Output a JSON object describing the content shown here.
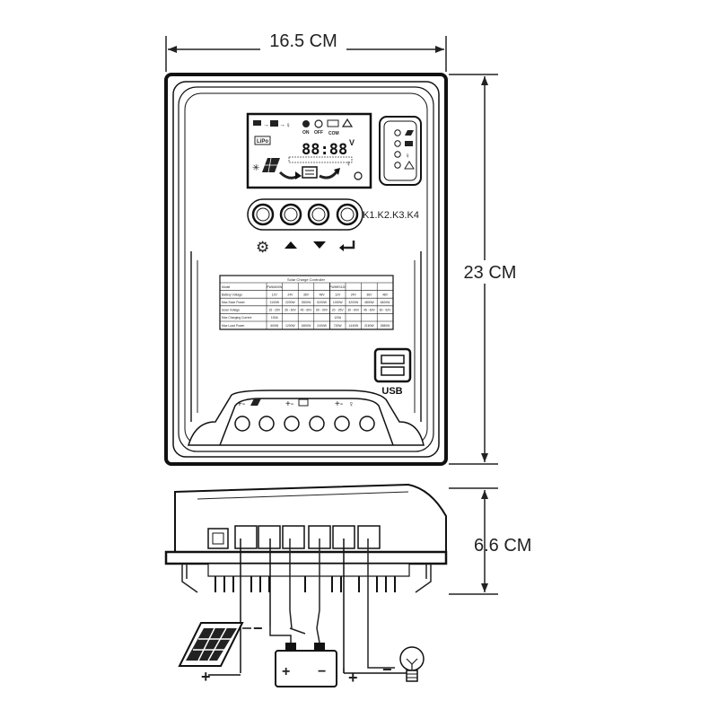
{
  "dimensions": {
    "width": "16.5 CM",
    "height": "23 CM",
    "depth": "6.6 CM"
  },
  "lcd": {
    "digits": "88:88",
    "unit": "V",
    "on_label": "ON",
    "off_label": "OFF",
    "com_label": "COM",
    "lifepo_label": "LiPo"
  },
  "keys": {
    "label": "K1.K2.K3.K4"
  },
  "usb": {
    "label": "USB"
  },
  "spec_table": {
    "title": "Solar Charge Controller",
    "rows": [
      [
        "Model",
        "PWM400W",
        "",
        "",
        "",
        "PWM9S120",
        "",
        "",
        ""
      ],
      [
        "Battery Voltage",
        "12V",
        "24V",
        "36V",
        "48V",
        "12V",
        "24V",
        "36V",
        "48V"
      ],
      [
        "Max Solar Power",
        "1100W",
        "2200W",
        "3300W",
        "5200W",
        "1000W",
        "3200W",
        "4800W",
        "6400W"
      ],
      [
        "Solar Voltage",
        "15 - 25V",
        "35 - 60V",
        "45 - 60V",
        "60 - 90V",
        "20 - 25V",
        "30 - 60V",
        "45 - 60V",
        "60 - 92V"
      ],
      [
        "Max Charging Current",
        "100A",
        "",
        "",
        "",
        "120A",
        "",
        "",
        ""
      ],
      [
        "Max Load Power",
        "600W",
        "1200W",
        "1800W",
        "2400W",
        "720W",
        "1440W",
        "2160W",
        "2880W"
      ]
    ]
  },
  "terminals": {
    "plus": "+",
    "minus": "−",
    "battery_plus": "+",
    "battery_minus": "−"
  }
}
